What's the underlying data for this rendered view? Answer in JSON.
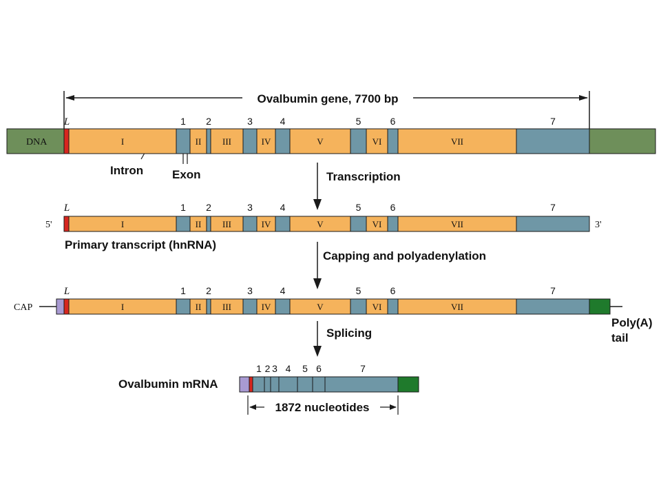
{
  "title": "Ovalbumin gene, 7700 bp",
  "colors": {
    "dna_flank": "#6e8f5a",
    "intron": "#f5b35c",
    "exon": "#6f97a6",
    "leader": "#d7261f",
    "cap": "#a89ad2",
    "polya": "#1f7a2c",
    "line": "#1a1a1a"
  },
  "labels": {
    "dna": "DNA",
    "leader": "L",
    "intron": "Intron",
    "exon": "Exon",
    "transcription": "Transcription",
    "primary": "Primary transcript (hnRNA)",
    "end5": "5'",
    "end3": "3'",
    "capping": "Capping and polyadenylation",
    "cap": "CAP",
    "polya_line1": "Poly(A)",
    "polya_line2": "tail",
    "splicing": "Splicing",
    "mrna": "Ovalbumin mRNA",
    "nucleotides": "1872 nucleotides"
  },
  "exon_numbers": [
    "1",
    "2",
    "3",
    "4",
    "5",
    "6",
    "7"
  ],
  "intron_numerals": [
    "I",
    "II",
    "III",
    "IV",
    "V",
    "VI",
    "VII"
  ]
}
